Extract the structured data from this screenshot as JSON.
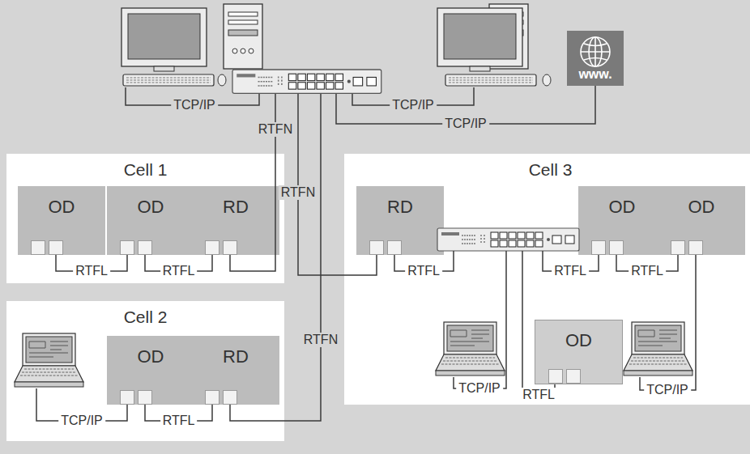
{
  "diagram": {
    "nodes": [
      {
        "text": [
          "www."
        ]
      },
      {
        "text": [
          "Cell 1"
        ]
      },
      {
        "text": [
          "OD"
        ],
        "in": 1
      },
      {
        "text": [
          "OD"
        ],
        "in": 1
      },
      {
        "text": [
          "RD"
        ],
        "in": 1
      },
      {
        "text": [
          "Cell 3"
        ]
      },
      {
        "text": [
          "RD"
        ],
        "in": 5
      },
      {
        "text": [
          "OD"
        ],
        "in": 5
      },
      {
        "text": [
          "OD"
        ],
        "in": 5
      },
      {
        "text": [
          "OD"
        ],
        "in": 5
      },
      {
        "text": [
          "Cell 2"
        ]
      },
      {
        "text": [
          "OD"
        ],
        "in": 10
      },
      {
        "text": [
          "RD"
        ],
        "in": 10
      }
    ],
    "edges": [
      {
        "from": 2,
        "to": 3,
        "arrow": "none",
        "label": "RTFL"
      },
      {
        "from": 3,
        "to": 4,
        "arrow": "none",
        "label": "RTFL"
      },
      {
        "from": 7,
        "to": 8,
        "arrow": "none",
        "label": "RTFL"
      },
      {
        "from": 11,
        "to": 12,
        "arrow": "none",
        "label": "RTFL"
      }
    ],
    "labels": [
      "TCP/IP",
      "RTFN",
      "TCP/IP",
      "TCP/IP",
      "RTFN",
      "RTFL",
      "RTFL",
      "RTFN",
      "TCP/IP",
      "RTFL",
      "TCP/IP",
      "TCP/IP"
    ]
  }
}
